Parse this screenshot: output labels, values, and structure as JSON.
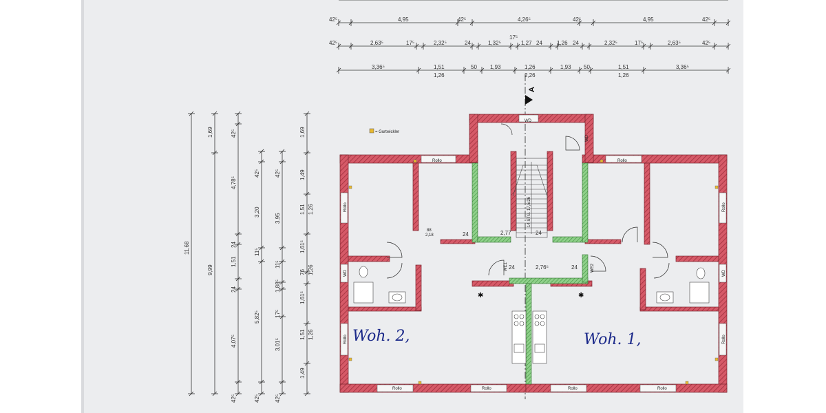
{
  "colors": {
    "wall_outer": "#d65a68",
    "wall_hatch": "#b23a48",
    "wall_inner_green": "#7cc37a",
    "line": "#333333",
    "ink": "#1c2a8a",
    "legend_square": "#e8b830"
  },
  "legend": {
    "text": "= Gurtwickler",
    "icon": "legend-square-icon"
  },
  "section_marker": {
    "label": "A"
  },
  "dim_rows": {
    "row1": [
      "42⁵",
      "4,95",
      "42⁵",
      "4,26⁵",
      "42⁵",
      "4,95",
      "42⁵"
    ],
    "row2": [
      "42⁵",
      "2,63⁵",
      "17⁵",
      "2,32⁵",
      "24",
      "1,32⁵",
      "17⁵",
      "1,27",
      "24",
      "1,26",
      "24",
      "2,32⁵",
      "17⁵",
      "2,63⁵",
      "42⁵"
    ],
    "row3": [
      "3,36⁵",
      "1,51",
      "1,26",
      "50",
      "1,93",
      "1,26",
      "2,26",
      "1,93",
      "50",
      "1,51",
      "1,26",
      "3,36⁵"
    ]
  },
  "dim_cols": {
    "col1": [
      "11,68"
    ],
    "col2": [
      "1,69",
      "9,99"
    ],
    "col3": [
      "42⁵",
      "4,78⁵",
      "24",
      "1,51",
      "24",
      "4,07⁵",
      "42⁵"
    ],
    "col4": [
      "42⁵",
      "3,20",
      "11⁵",
      "5,82⁵",
      "42⁵"
    ],
    "col5": [
      "42⁵",
      "3,95",
      "11⁵",
      "1,88⁵",
      "17⁵",
      "3,01⁵",
      "42⁵"
    ],
    "col6": [
      "1,69",
      "1,49",
      "1,51",
      "1,26",
      "1,61⁵",
      "76",
      "1,26",
      "1,61⁵",
      "1,51",
      "1,26",
      "1,49"
    ]
  },
  "plan_labels": {
    "rollo": "Rollo",
    "wd": "WD",
    "we1": "WE1",
    "we2": "WE2",
    "inner_24": "24",
    "inner_277": "2,77",
    "inner_2765": "2,76⁵",
    "door_88": "88",
    "door_218": "2,18",
    "stair_label": "14 STG. 17,5/26"
  },
  "handwriting": {
    "left": "Woh. 2,",
    "right": "Woh. 1,"
  }
}
